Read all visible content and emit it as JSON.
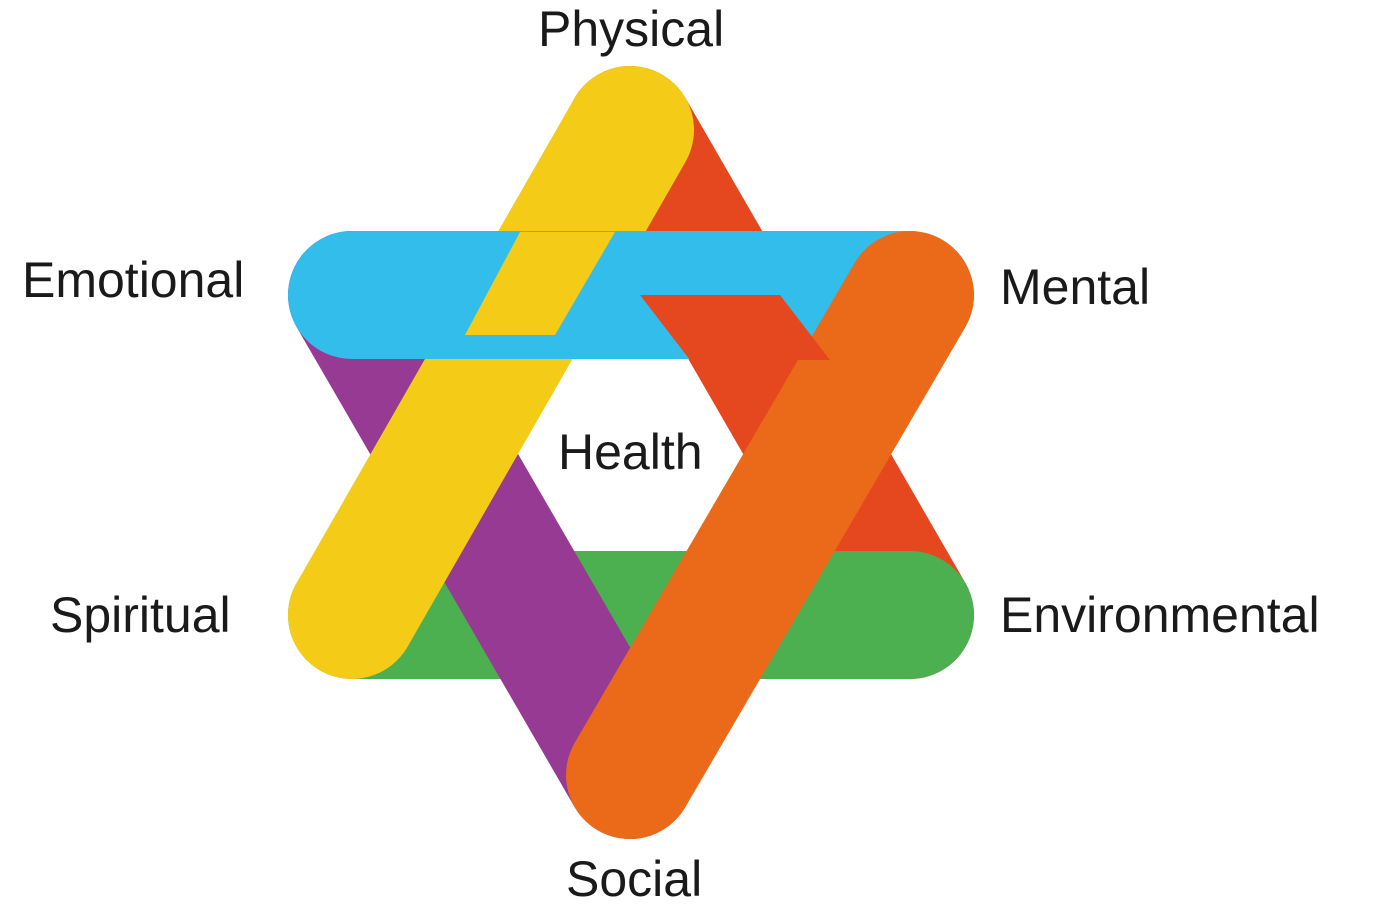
{
  "diagram": {
    "labels": {
      "physical": "Physical",
      "emotional": "Emotional",
      "mental": "Mental",
      "health": "Health",
      "spiritual": "Spiritual",
      "environmental": "Environmental",
      "social": "Social"
    },
    "colors": {
      "yellow": "#F4CC17",
      "red": "#E5481F",
      "blue": "#33BDEB",
      "purple": "#963A93",
      "green": "#4CAF50",
      "orange": "#EB6A1A"
    }
  }
}
